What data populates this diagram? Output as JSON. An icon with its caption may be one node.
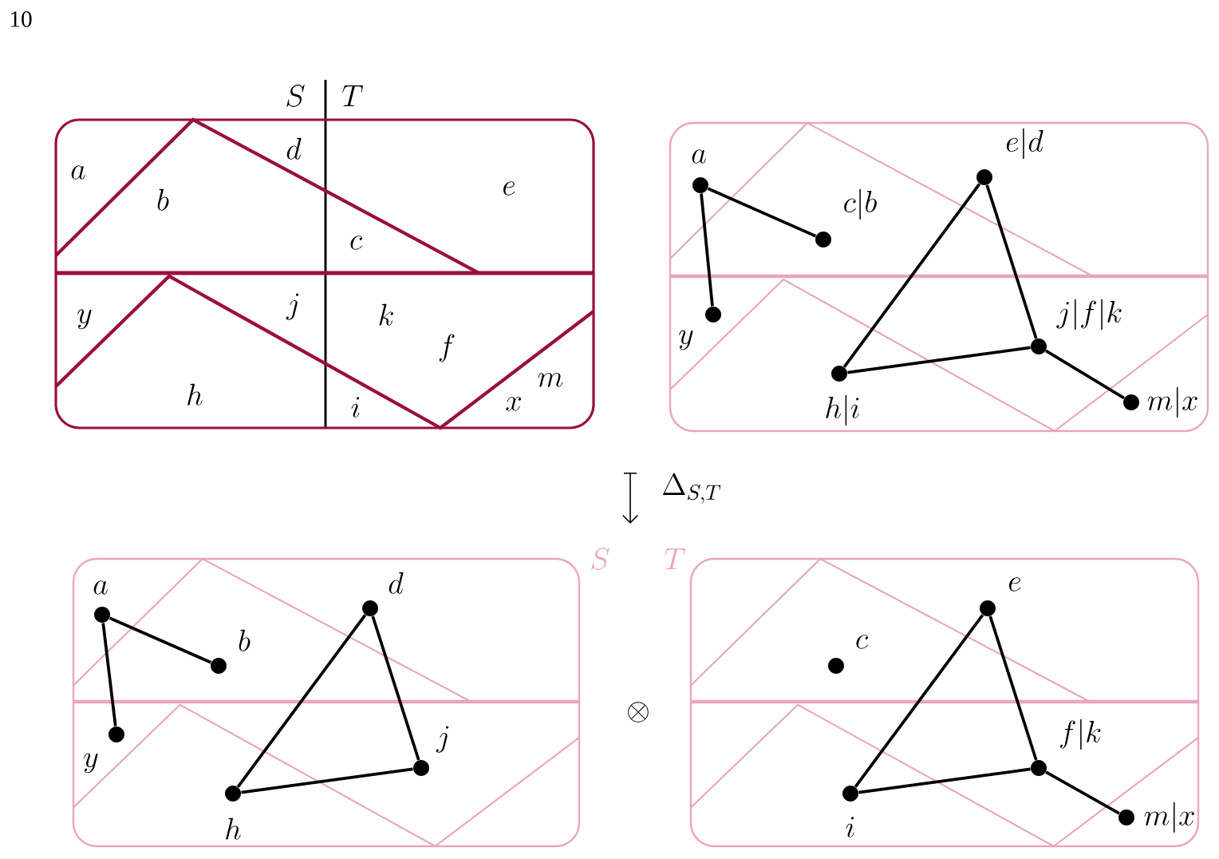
{
  "diagram": {
    "nodes": [
      {
        "text": [
          "S",
          "T",
          "d",
          "a",
          "b",
          "e",
          "c",
          "y",
          "j",
          "k",
          "f",
          "h",
          "i",
          "x",
          "m"
        ]
      },
      {
        "text": [],
        "shape": "box"
      },
      {
        "text": [],
        "shape": "circle",
        "beside": [
          "a"
        ],
        "in": 1
      },
      {
        "text": [],
        "shape": "circle",
        "beside": [
          "e|d"
        ],
        "in": 1
      },
      {
        "text": [],
        "shape": "circle",
        "beside": [
          "c|b"
        ],
        "in": 1
      },
      {
        "text": [],
        "shape": "circle",
        "beside": [
          "y"
        ],
        "in": 1
      },
      {
        "text": [],
        "shape": "circle",
        "beside": [
          "j|f|k"
        ],
        "in": 1
      },
      {
        "text": [],
        "shape": "circle",
        "beside": [
          "h|i"
        ],
        "in": 1
      },
      {
        "text": [],
        "shape": "circle",
        "beside": [
          "m|x"
        ],
        "in": 1
      },
      {
        "text": [
          "S"
        ]
      },
      {
        "text": [],
        "shape": "circle",
        "beside": [
          "a"
        ],
        "in": 9
      },
      {
        "text": [],
        "shape": "circle",
        "beside": [
          "d"
        ],
        "in": 9
      },
      {
        "text": [],
        "shape": "circle",
        "beside": [
          "b"
        ],
        "in": 9
      },
      {
        "text": [],
        "shape": "circle",
        "beside": [
          "y"
        ],
        "in": 9
      },
      {
        "text": [],
        "shape": "circle",
        "beside": [
          "j"
        ],
        "in": 9
      },
      {
        "text": [],
        "shape": "circle",
        "beside": [
          "h"
        ],
        "in": 9
      },
      {
        "text": [
          "T"
        ]
      },
      {
        "text": [],
        "shape": "circle",
        "beside": [
          "e"
        ],
        "in": 16
      },
      {
        "text": [],
        "shape": "circle",
        "beside": [
          "c"
        ],
        "in": 16
      },
      {
        "text": [],
        "shape": "circle",
        "beside": [
          "f|k"
        ],
        "in": 16
      },
      {
        "text": [],
        "shape": "circle",
        "beside": [
          "i"
        ],
        "in": 16
      },
      {
        "text": [],
        "shape": "circle",
        "beside": [
          "m|x"
        ],
        "in": 16
      }
    ],
    "edges": [
      {
        "from": 2,
        "to": 4,
        "arrow": "none"
      },
      {
        "from": 2,
        "to": 5,
        "arrow": "none"
      },
      {
        "from": 3,
        "to": 7,
        "arrow": "none"
      },
      {
        "from": 3,
        "to": 6,
        "arrow": "none"
      },
      {
        "from": 7,
        "to": 6,
        "arrow": "none"
      },
      {
        "from": 6,
        "to": 8,
        "arrow": "none"
      },
      {
        "from": 10,
        "to": 12,
        "arrow": "none"
      },
      {
        "from": 10,
        "to": 13,
        "arrow": "none"
      },
      {
        "from": 11,
        "to": 15,
        "arrow": "none"
      },
      {
        "from": 11,
        "to": 14,
        "arrow": "none"
      },
      {
        "from": 15,
        "to": 14,
        "arrow": "none"
      },
      {
        "from": 17,
        "to": 20,
        "arrow": "none"
      },
      {
        "from": 17,
        "to": 19,
        "arrow": "none"
      },
      {
        "from": 20,
        "to": 19,
        "arrow": "none"
      },
      {
        "from": 19,
        "to": 21,
        "arrow": "none"
      }
    ],
    "labels": [
      "10",
      "\\Delta_{S,T}",
      "\\otimes"
    ]
  }
}
